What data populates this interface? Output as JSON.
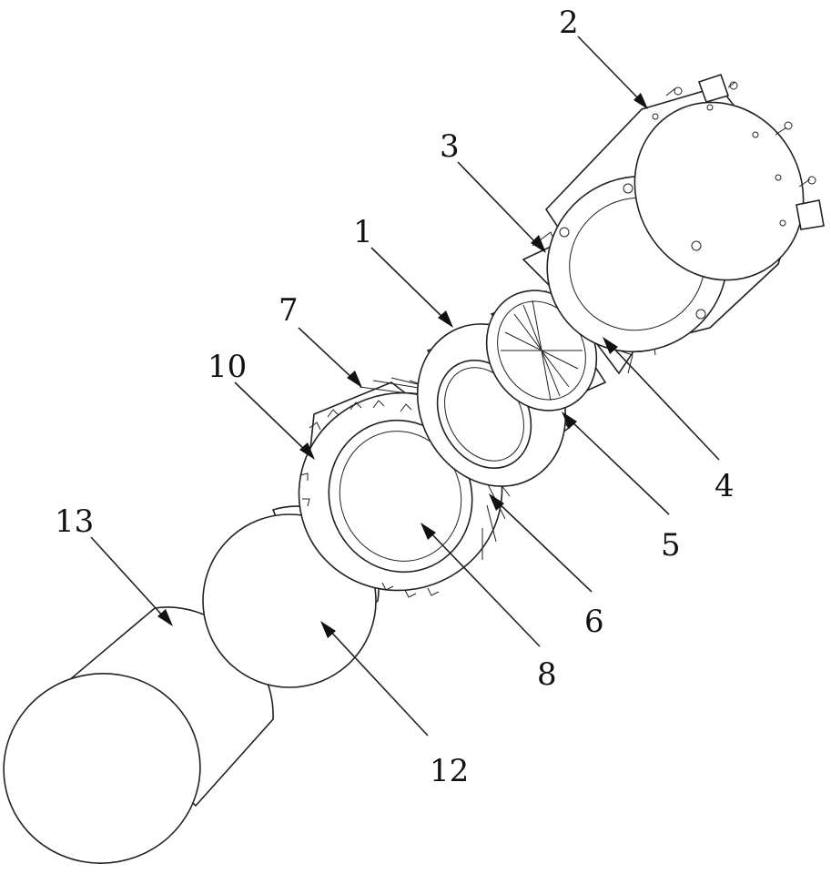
{
  "diagram": {
    "callouts": [
      {
        "id": "c1",
        "text": "1"
      },
      {
        "id": "c2",
        "text": "2"
      },
      {
        "id": "c3",
        "text": "3"
      },
      {
        "id": "c4",
        "text": "4"
      },
      {
        "id": "c5",
        "text": "5"
      },
      {
        "id": "c6",
        "text": "6"
      },
      {
        "id": "c7",
        "text": "7"
      },
      {
        "id": "c8",
        "text": "8"
      },
      {
        "id": "c10",
        "text": "10"
      },
      {
        "id": "c12",
        "text": "12"
      },
      {
        "id": "c13",
        "text": "13"
      }
    ],
    "colors": {
      "line": "#222222",
      "background": "#ffffff"
    }
  }
}
